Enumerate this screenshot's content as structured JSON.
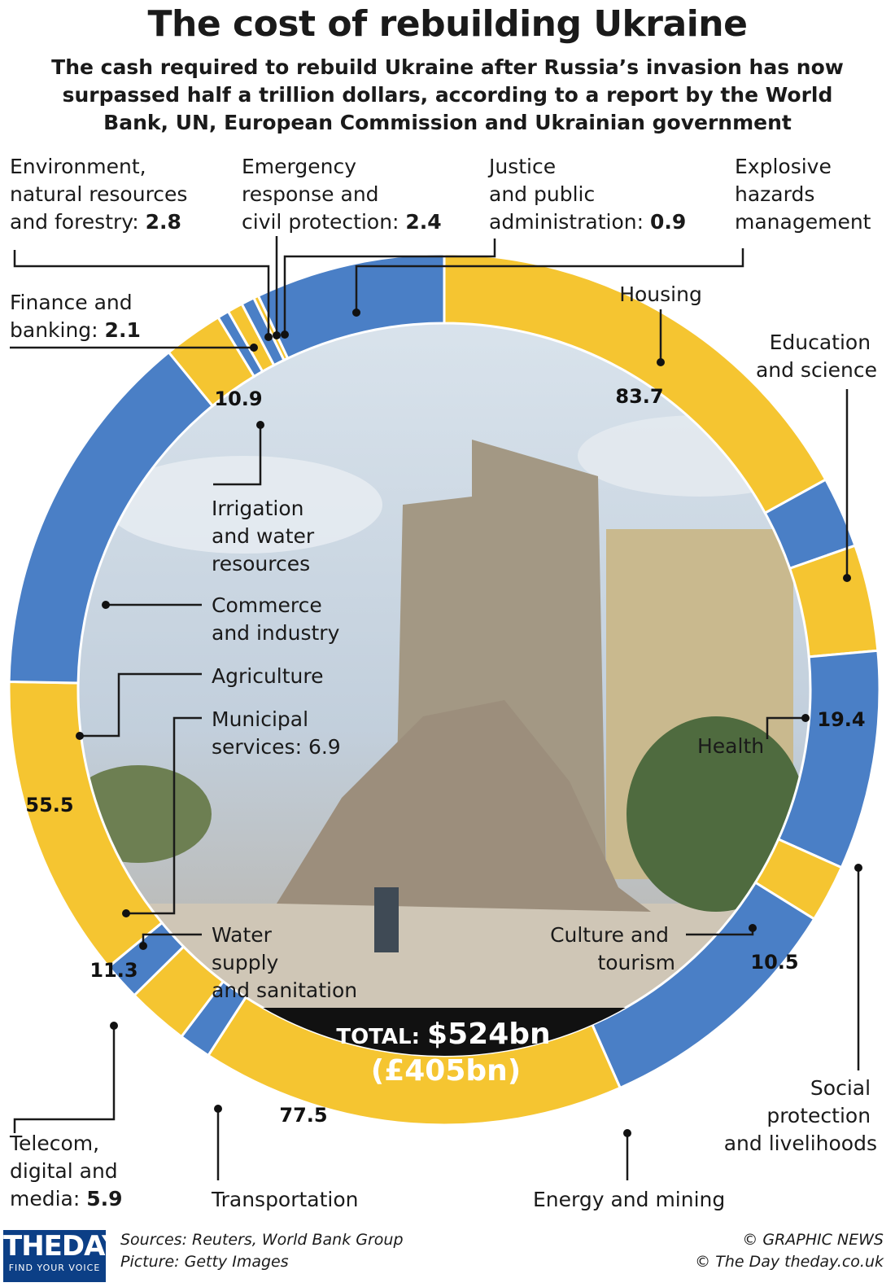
{
  "header": {
    "title": "The cost of rebuilding Ukraine",
    "subtitle": "The cash required to rebuild Ukraine after Russia’s invasion has now surpassed half a trillion dollars, according to a report by the World Bank, UN, European Commission and Ukrainian government"
  },
  "colors": {
    "blue": "#4a7fc6",
    "yellow": "#f5c531",
    "dark": "#111111",
    "photo_sky": "#c6d2de",
    "rubble": "#a49584"
  },
  "chart_data": {
    "type": "pie",
    "donut": true,
    "unit": "$bn",
    "slices": [
      {
        "name": "Housing",
        "value": 83.7,
        "label": "83.7",
        "color": "yellow"
      },
      {
        "name": "Education and science",
        "value": 13.0,
        "label": "",
        "color": "blue"
      },
      {
        "name": "Health",
        "value": 19.4,
        "label": "19.4",
        "color": "yellow"
      },
      {
        "name": "Social protection and livelihoods",
        "value": 40.0,
        "label": "",
        "color": "blue"
      },
      {
        "name": "Culture and tourism",
        "value": 10.5,
        "label": "10.5",
        "color": "yellow"
      },
      {
        "name": "Energy and mining",
        "value": 47.0,
        "label": "",
        "color": "blue"
      },
      {
        "name": "Transportation",
        "value": 77.5,
        "label": "77.5",
        "color": "yellow"
      },
      {
        "name": "Telecom, digital and media",
        "value": 5.9,
        "label": "",
        "color": "blue"
      },
      {
        "name": "Water supply and sanitation",
        "value": 11.3,
        "label": "11.3",
        "color": "yellow"
      },
      {
        "name": "Municipal services",
        "value": 6.9,
        "label": "",
        "color": "blue"
      },
      {
        "name": "Agriculture",
        "value": 55.5,
        "label": "55.5",
        "color": "yellow"
      },
      {
        "name": "Commerce and industry",
        "value": 68.0,
        "label": "",
        "color": "blue"
      },
      {
        "name": "Irrigation and water resources",
        "value": 10.9,
        "label": "10.9",
        "color": "yellow"
      },
      {
        "name": "Finance and banking",
        "value": 2.1,
        "label": "",
        "color": "blue"
      },
      {
        "name": "Environment, natural resources and forestry",
        "value": 2.8,
        "label": "",
        "color": "yellow"
      },
      {
        "name": "Emergency response and civil protection",
        "value": 2.4,
        "label": "",
        "color": "blue"
      },
      {
        "name": "Justice and public administration",
        "value": 0.9,
        "label": "",
        "color": "yellow"
      },
      {
        "name": "Explosive hazards management",
        "value": 34.6,
        "label": "",
        "color": "blue"
      }
    ],
    "total": "$524bn",
    "total_gbp": "(£405bn)"
  },
  "labels": {
    "environment": [
      "Environment,",
      "natural resources",
      "and forestry: ",
      "2.8"
    ],
    "emergency": [
      "Emergency",
      "response and",
      "civil protection: ",
      "2.4"
    ],
    "justice": [
      "Justice",
      "and public",
      "administration: ",
      "0.9"
    ],
    "explosive": [
      "Explosive",
      "hazards",
      "management"
    ],
    "finance": [
      "Finance and",
      "banking: ",
      "2.1"
    ],
    "housing": [
      "Housing"
    ],
    "education": [
      "Education",
      "and science"
    ],
    "irrigation": [
      "Irrigation",
      "and water",
      "resources"
    ],
    "commerce": [
      "Commerce",
      "and industry"
    ],
    "agriculture": [
      "Agriculture"
    ],
    "municipal": [
      "Municipal",
      "services: 6.9"
    ],
    "health": [
      "Health"
    ],
    "water": [
      "Water",
      "supply",
      "and sanitation"
    ],
    "culture": [
      "Culture and",
      "tourism"
    ],
    "telecom": [
      "Telecom,",
      "digital and",
      "media: ",
      "5.9"
    ],
    "transportation": [
      "Transportation"
    ],
    "energy": [
      "Energy and mining"
    ],
    "social": [
      "Social",
      "protection",
      "and livelihoods"
    ]
  },
  "total_box": {
    "prefix": "TOTAL: ",
    "amount": "$524bn",
    "gbp": "(£405bn)"
  },
  "footer": {
    "logo": "THEDAY",
    "logo_tagline": "FIND YOUR VOICE",
    "sources": "Sources: Reuters, World Bank Group",
    "picture": "Picture: Getty Images",
    "copyright1": "© GRAPHIC NEWS",
    "copyright2": "© The Day   theday.co.uk"
  }
}
